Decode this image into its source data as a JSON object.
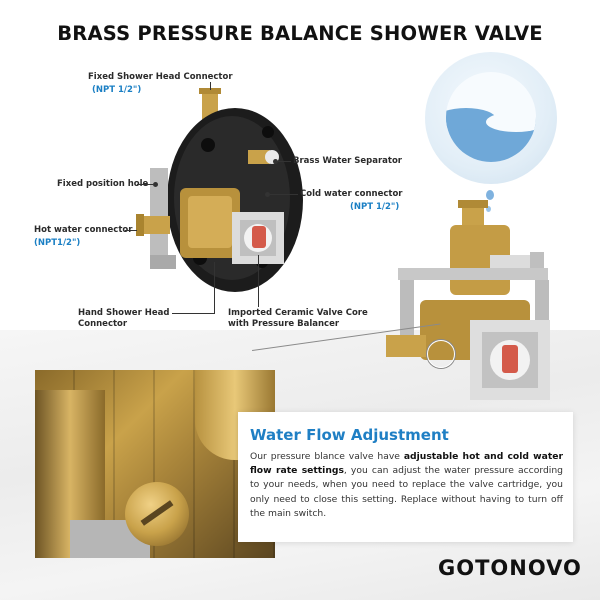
{
  "title": "BRASS PRESSURE BALANCE SHOWER VALVE",
  "callouts": {
    "fixed_shower_head": {
      "label": "Fixed Shower Head Connector",
      "spec": "(NPT 1/2\")"
    },
    "brass_separator": {
      "label": "Brass Water Separator"
    },
    "fixed_position_hole": {
      "label": "Fixed position hole"
    },
    "cold_water": {
      "label": "Cold water connector",
      "spec": "(NPT 1/2\")"
    },
    "hot_water": {
      "label": "Hot water connector",
      "spec": "(NPT1/2\")"
    },
    "hand_shower": {
      "label_line1": "Hand Shower Head",
      "label_line2": "Connector"
    },
    "ceramic_core": {
      "label_line1": "Imported Ceramic Valve Core",
      "label_line2": "with Pressure Balancer"
    }
  },
  "info_panel": {
    "heading": "Water Flow Adjustment",
    "text_before": "Our pressure blance valve have ",
    "text_bold": "adjustable hot and cold water flow rate settings",
    "text_after": ", you can adjust the water pressure according to your needs, when you need to replace the valve cartridge, you only need to close this setting. Replace without having to turn off the main switch."
  },
  "brand": "GOTONOVO",
  "colors": {
    "accent": "#1f7fc4",
    "brass": "#c9a24a",
    "text": "#2b2b2b"
  }
}
